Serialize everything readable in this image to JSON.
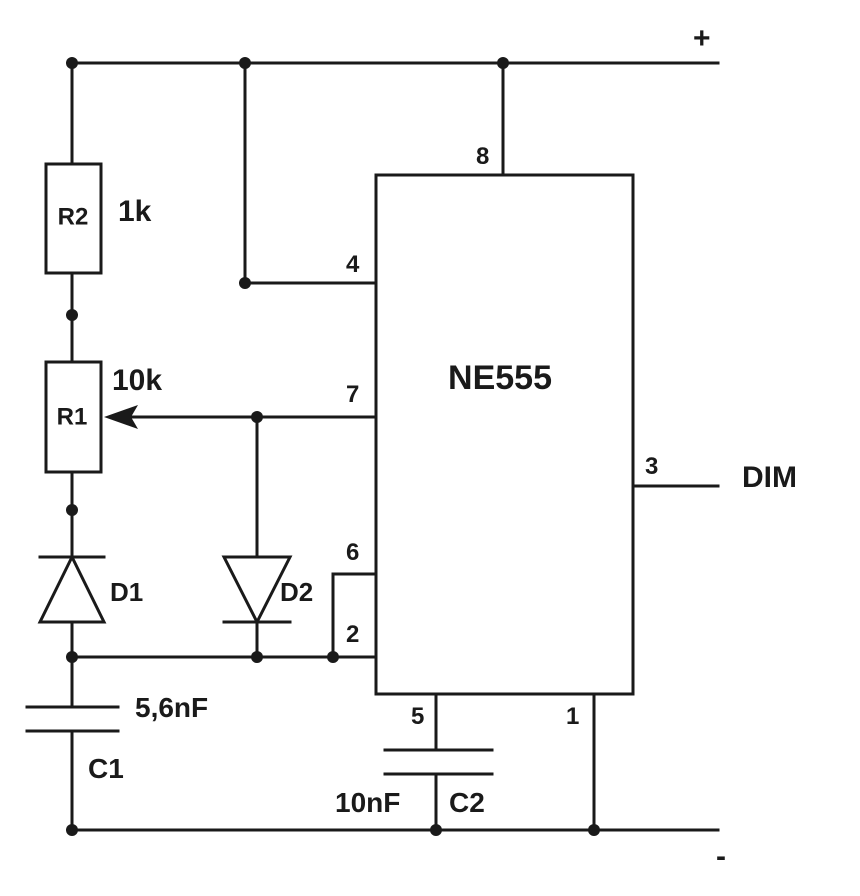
{
  "rails": {
    "positive": "+",
    "negative": "-"
  },
  "ic": {
    "name": "NE555",
    "pins": {
      "p8": "8",
      "p4": "4",
      "p7": "7",
      "p6": "6",
      "p2": "2",
      "p3": "3",
      "p5": "5",
      "p1": "1"
    }
  },
  "components": {
    "r2": {
      "ref": "R2",
      "value": "1k"
    },
    "r1": {
      "ref": "R1",
      "value": "10k"
    },
    "d1": {
      "ref": "D1"
    },
    "d2": {
      "ref": "D2"
    },
    "c1": {
      "ref": "C1",
      "value": "5,6nF"
    },
    "c2": {
      "ref": "C2",
      "value": "10nF"
    }
  },
  "output": {
    "label": "DIM"
  },
  "colors": {
    "ink": "#1a1a1a",
    "background": "#ffffff"
  }
}
